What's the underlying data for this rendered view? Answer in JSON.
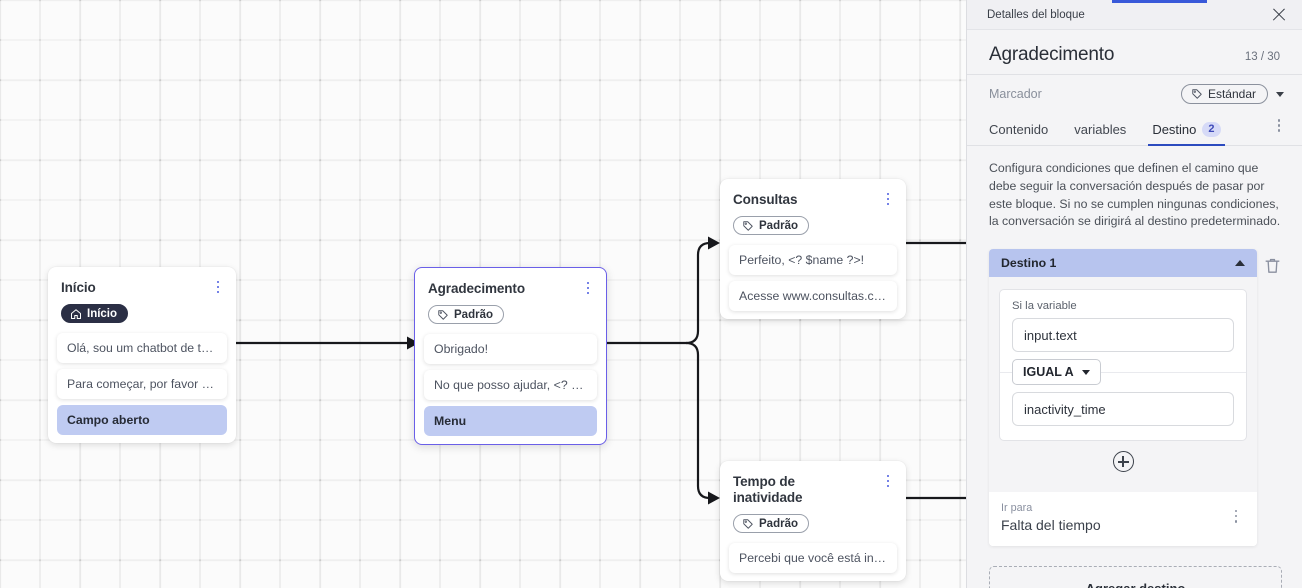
{
  "canvas": {
    "nodes": [
      {
        "id": "inicio",
        "title": "Início",
        "tag": "Início",
        "tag_icon": "home-icon",
        "selected": false,
        "messages": [
          {
            "text": "Olá, sou um chatbot de teste!",
            "highlight": false
          },
          {
            "text": "Para começar, por favor digite o ...",
            "highlight": false
          },
          {
            "text": "Campo aberto",
            "highlight": true
          }
        ]
      },
      {
        "id": "agradecimento",
        "title": "Agradecimento",
        "tag": "Padrão",
        "tag_icon": "tag-icon",
        "selected": true,
        "messages": [
          {
            "text": "Obrigado!",
            "highlight": false
          },
          {
            "text": "No que posso ajudar, <? $name ...",
            "highlight": false
          },
          {
            "text": "Menu",
            "highlight": true
          }
        ]
      },
      {
        "id": "consultas",
        "title": "Consultas",
        "tag": "Padrão",
        "tag_icon": "tag-icon",
        "selected": false,
        "messages": [
          {
            "text": "Perfeito, <? $name ?>!",
            "highlight": false
          },
          {
            "text": "Acesse www.consultas.com par...",
            "highlight": false
          }
        ]
      },
      {
        "id": "inatividade",
        "title": "Tempo de inatividade",
        "tag": "Padrão",
        "tag_icon": "tag-icon",
        "selected": false,
        "messages": [
          {
            "text": "Percebi que você está inativo. C...",
            "highlight": false
          }
        ]
      }
    ]
  },
  "panel": {
    "header_title": "Detalles del bloque",
    "close_icon": "close-icon",
    "block_title": "Agradecimento",
    "counter": "13 / 30",
    "marker_label": "Marcador",
    "marker_chip": "Estándar",
    "tabs": [
      {
        "label": "Contenido",
        "badge": "",
        "active": false
      },
      {
        "label": "variables",
        "badge": "",
        "active": false
      },
      {
        "label": "Destino",
        "badge": "2",
        "active": true
      }
    ],
    "description": "Configura condiciones que definen el camino que debe seguir la conversación después de pasar por este bloque. Si no se cumplen ningunas condiciones, la conversación se dirigirá al destino predeterminado.",
    "destination": {
      "header": "Destino 1",
      "condition_label": "Si la variable",
      "variable_value": "input.text",
      "operator": "IGUAL A",
      "compare_value": "inactivity_time",
      "goto_label": "Ir para",
      "goto_value": "Falta del tiempo"
    },
    "add_destination": "Agregar destino"
  },
  "colors": {
    "accent": "#2c4bbf",
    "selected_node_border": "#6a5fe8",
    "destination_header": "#b7c4ee",
    "highlight_msg": "#bfcbf2",
    "topbar": "#3959d9"
  }
}
